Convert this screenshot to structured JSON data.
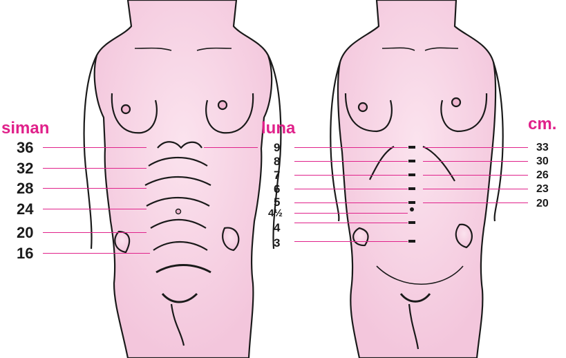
{
  "headers": {
    "weeks": "siman",
    "months": "luna",
    "cm": "cm."
  },
  "weeks_labels": [
    "36",
    "32",
    "28",
    "24",
    "20",
    "16"
  ],
  "months_labels": [
    "9",
    "8",
    "7",
    "6",
    "5",
    "4½",
    "4",
    "3"
  ],
  "cm_labels": [
    "33",
    "30",
    "26",
    "23",
    "20"
  ],
  "colors": {
    "accent": "#e0218a",
    "skin": "#f6d2e3",
    "outline": "#1a1a1a"
  }
}
